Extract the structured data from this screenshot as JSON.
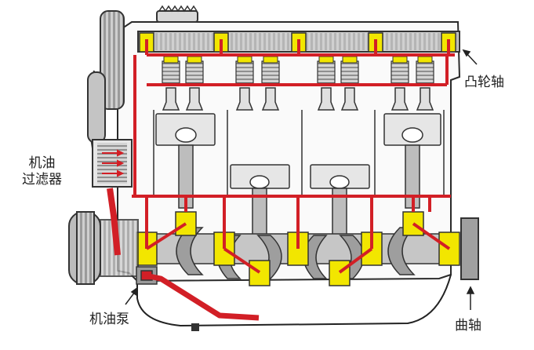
{
  "diagram": {
    "labels": {
      "camshaft": "凸轮轴",
      "oil_filter_line1": "机油",
      "oil_filter_line2": "过滤器",
      "oil_pump": "机油泵",
      "crankshaft": "曲轴"
    },
    "colors": {
      "oil_flow": "#d21f26",
      "bearing": "#f2e600",
      "metal": "#c8c8c8",
      "metal_dark": "#8c8c8c",
      "outline": "#222222"
    }
  }
}
